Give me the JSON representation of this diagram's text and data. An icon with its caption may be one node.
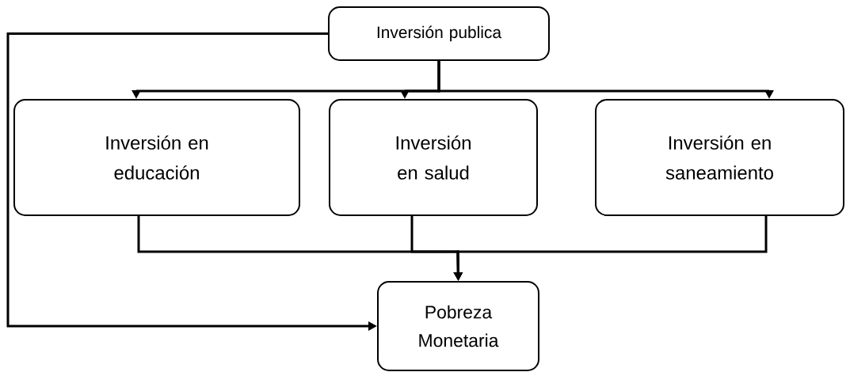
{
  "diagram": {
    "nodes": [
      {
        "text": [
          "Inversión publica"
        ]
      },
      {
        "text": [
          "Inversión en educación"
        ]
      },
      {
        "text": [
          "Inversión en salud"
        ]
      },
      {
        "text": [
          "Inversión en saneamiento"
        ]
      },
      {
        "text": [
          "Pobreza Monetaria"
        ]
      }
    ],
    "edges": [
      {
        "from": 0,
        "to": 1,
        "arrow": "to"
      },
      {
        "from": 0,
        "to": 2,
        "arrow": "to"
      },
      {
        "from": 0,
        "to": 3,
        "arrow": "to"
      },
      {
        "from": 1,
        "to": 4,
        "arrow": "to"
      },
      {
        "from": 2,
        "to": 4,
        "arrow": "to"
      },
      {
        "from": 3,
        "to": 4,
        "arrow": "to"
      },
      {
        "from": 0,
        "to": 4,
        "arrow": "to"
      }
    ]
  }
}
